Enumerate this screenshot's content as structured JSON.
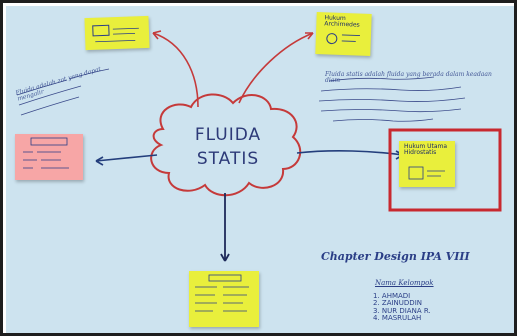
{
  "cloud": {
    "line1": "FLUIDA",
    "line2": "STATIS"
  },
  "top_right_note": {
    "label": "Hukum Archimedes"
  },
  "top_left_note": {
    "label": ""
  },
  "left_note": {
    "label": ""
  },
  "right_note": {
    "label": "Hukum Utama Hidrostatis"
  },
  "bottom_note": {
    "label": ""
  },
  "left_text": {
    "value": "Fluida adalah zat yang dapat mengalir"
  },
  "right_text": {
    "value": "Fluida statis adalah fluida yang berada dalam keadaan diam"
  },
  "chapter": {
    "title": "Chapter Design IPA VIII"
  },
  "group": {
    "heading": "Nama Kelompok",
    "members": [
      "1. AHMADI",
      "2. ZAINUDDIN",
      "3. NUR DIANA R.",
      "4. MASRULAH"
    ]
  },
  "colors": {
    "paper": "#cde3ef",
    "note_yellow": "#e9ef3c",
    "note_pink": "#f7a6a6",
    "red_frame": "#c8282f",
    "ink_blue": "#2a3e86",
    "ink_red": "#c53a3a"
  }
}
